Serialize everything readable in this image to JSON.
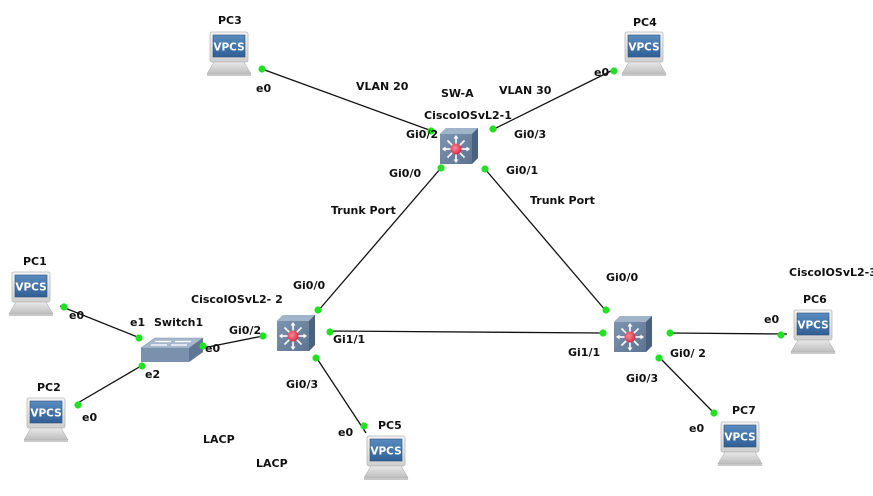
{
  "diagram": {
    "colors": {
      "link": "#111111",
      "port_dot": "#22e022",
      "switch_body": "#6f87a3",
      "switch_center": "#e0455a",
      "vpcs_screen": "#3f72a8"
    },
    "nodes": {
      "sw_a": {
        "name": "SW-A",
        "label": "CiscoIOSvL2-1"
      },
      "sw2": {
        "label": "CiscoIOSvL2- 2"
      },
      "sw3": {
        "label": "CiscoIOSvL2-3"
      },
      "switch1": {
        "label": "Switch1"
      },
      "pc1": {
        "label": "PC1",
        "screen": "VPCS"
      },
      "pc2": {
        "label": "PC2",
        "screen": "VPCS"
      },
      "pc3": {
        "label": "PC3",
        "screen": "VPCS"
      },
      "pc4": {
        "label": "PC4",
        "screen": "VPCS"
      },
      "pc5": {
        "label": "PC5",
        "screen": "VPCS"
      },
      "pc6": {
        "label": "PC6",
        "screen": "VPCS"
      },
      "pc7": {
        "label": "PC7",
        "screen": "VPCS"
      }
    },
    "ports": {
      "pc3_e0": "e0",
      "swa_gi02": "Gi0/2",
      "pc4_e0": "e0",
      "swa_gi03": "Gi0/3",
      "swa_gi00": "Gi0/0",
      "swa_gi01": "Gi0/1",
      "sw2_gi00": "Gi0/0",
      "sw2_gi02": "Gi0/2",
      "sw2_gi11": "Gi1/1",
      "sw2_gi03": "Gi0/3",
      "sw3_gi00": "Gi0/0",
      "sw3_gi11": "Gi1/1",
      "sw3_gi02": "Gi0/ 2",
      "sw3_gi03": "Gi0/3",
      "pc1_e0": "e0",
      "pc2_e0": "e0",
      "sw1_e1": "e1",
      "sw1_e2": "e2",
      "sw1_e0": "e0",
      "pc5_e0": "e0",
      "pc6_e0": "e0",
      "pc7_e0": "e0"
    },
    "annotations": {
      "vlan20": "VLAN 20",
      "vlan30": "VLAN 30",
      "trunk_left": "Trunk Port",
      "trunk_right": "Trunk Port",
      "lacp_1": "LACP",
      "lacp_2": "LACP"
    }
  }
}
